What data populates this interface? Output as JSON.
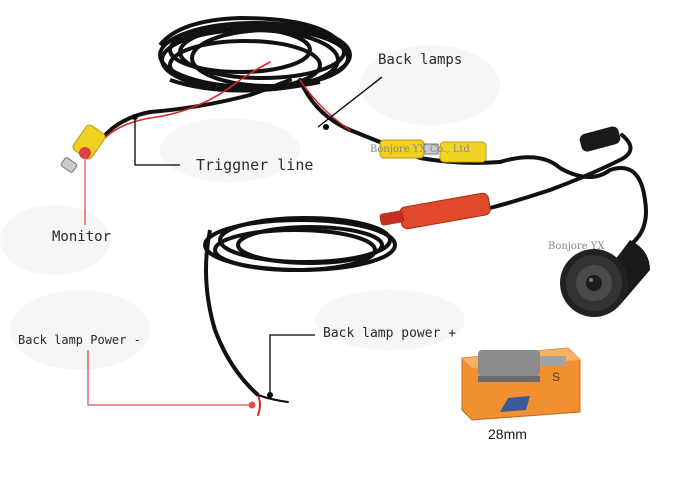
{
  "labels": {
    "back_lamps": "Back lamps",
    "trigger_line": "Triggner line",
    "monitor": "Monitor",
    "back_lamp_power_neg": "Back lamp Power -",
    "back_lamp_power_pos": "Back lamp power +"
  },
  "product": {
    "drill_size": "28mm",
    "box_text": "S"
  },
  "watermarks": [
    "Bonjore YX Co., Ltd",
    "Bonjore YX"
  ],
  "colors": {
    "cable": "#111111",
    "red_wire": "#d42a2a",
    "rca_yellow": "#f0d020",
    "rca_red": "#e04a2a",
    "pointer_red": "#e05050",
    "pointer_black": "#000000",
    "box_orange": "#f09030"
  }
}
